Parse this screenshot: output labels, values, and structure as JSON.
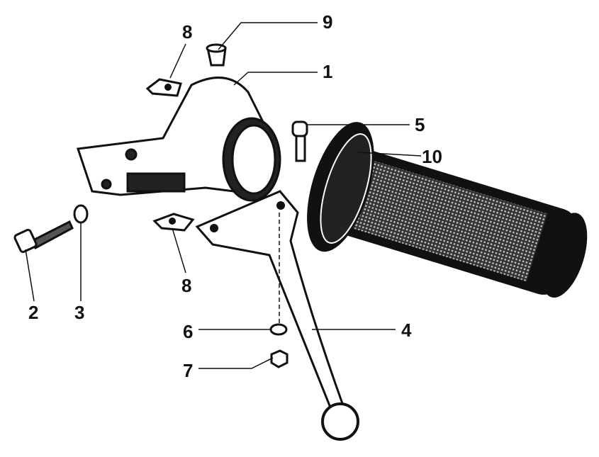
{
  "diagram": {
    "title": "Exploded view of handlebar lever assembly",
    "callouts": [
      {
        "id": "9",
        "label": "9",
        "part": "cap"
      },
      {
        "id": "8a",
        "label": "8",
        "part": "clip-upper"
      },
      {
        "id": "1",
        "label": "1",
        "part": "lever-housing"
      },
      {
        "id": "5",
        "label": "5",
        "part": "pivot-bolt"
      },
      {
        "id": "10",
        "label": "10",
        "part": "grip"
      },
      {
        "id": "2",
        "label": "2",
        "part": "clamp-bolt"
      },
      {
        "id": "3",
        "label": "3",
        "part": "washer"
      },
      {
        "id": "8b",
        "label": "8",
        "part": "clip-lower"
      },
      {
        "id": "6",
        "label": "6",
        "part": "lock-washer"
      },
      {
        "id": "4",
        "label": "4",
        "part": "lever"
      },
      {
        "id": "7",
        "label": "7",
        "part": "nut"
      }
    ]
  }
}
